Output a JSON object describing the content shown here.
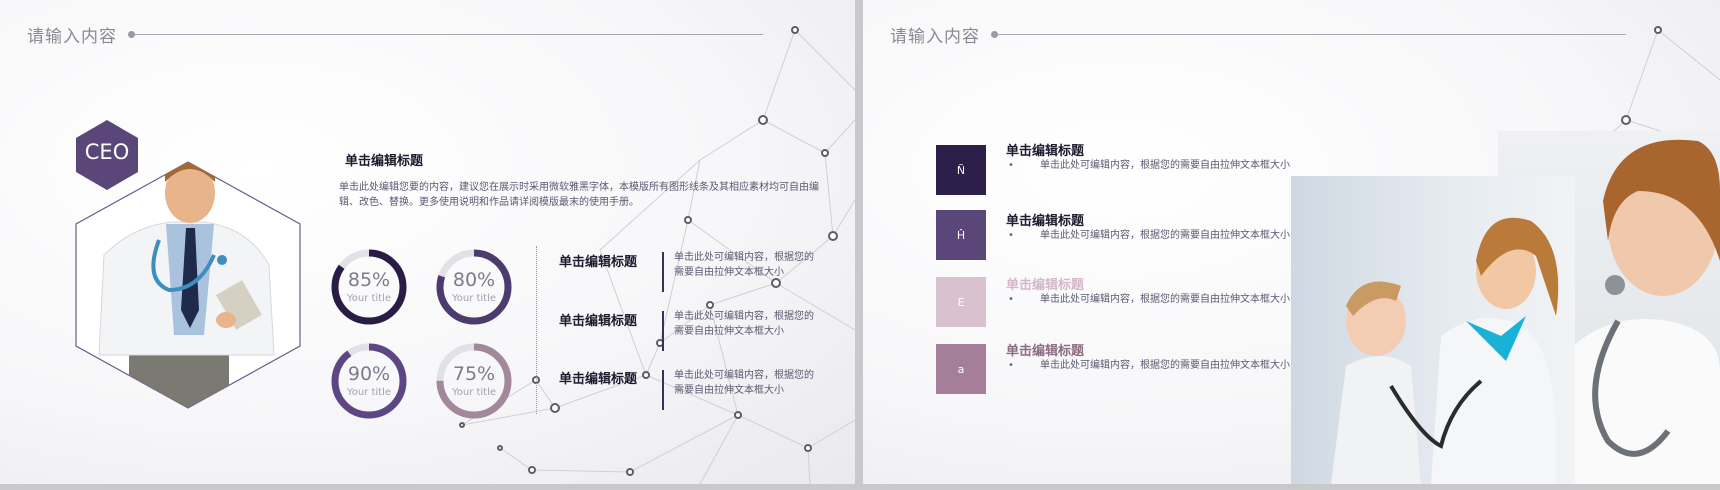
{
  "slide1": {
    "header": "请输入内容",
    "ceo_badge": "CEO",
    "main_heading": "单击编辑标题",
    "main_body": "单击此处编辑您要的内容，建议您在展示时采用微软雅黑字体，本模版所有图形线条及其相应素材均可自由编辑、改色、替换。更多使用说明和作品请详阅模版最末的使用手册。",
    "rings": [
      {
        "value": "85%",
        "label": "Your title",
        "percent": 85,
        "color": "#2a1d45"
      },
      {
        "value": "80%",
        "label": "Your title",
        "percent": 80,
        "color": "#4d3a6e"
      },
      {
        "value": "90%",
        "label": "Your title",
        "percent": 90,
        "color": "#5d4683"
      },
      {
        "value": "75%",
        "label": "Your title",
        "percent": 75,
        "color": "#a3889c"
      }
    ],
    "items": [
      {
        "title": "单击编辑标题",
        "desc": "单击此处可编辑内容，根据您的需要自由拉伸文本框大小"
      },
      {
        "title": "单击编辑标题",
        "desc": "单击此处可编辑内容，根据您的需要自由拉伸文本框大小"
      },
      {
        "title": "单击编辑标题",
        "desc": "单击此处可编辑内容，根据您的需要自由拉伸文本框大小"
      }
    ]
  },
  "slide2": {
    "header": "请输入内容",
    "rows": [
      {
        "icon": "Ñ",
        "title": "单击编辑标题",
        "bullet": "•",
        "desc": "单击此处可编辑内容，根据您的需要自由拉伸文本框大小",
        "color": "#2e1f4a",
        "title_color": "#1f1a2e"
      },
      {
        "icon": "Ĥ",
        "title": "单击编辑标题",
        "bullet": "•",
        "desc": "单击此处可编辑内容，根据您的需要自由拉伸文本框大小",
        "color": "#5a4679",
        "title_color": "#1f1a2e"
      },
      {
        "icon": "E",
        "title": "单击编辑标题",
        "bullet": "•",
        "desc": "单击此处可编辑内容，根据您的需要自由拉伸文本框大小",
        "color": "#d9c1d0",
        "title_color": "#d4b8c9"
      },
      {
        "icon": "a",
        "title": "单击编辑标题",
        "bullet": "•",
        "desc": "单击此处可编辑内容，根据您的需要自由拉伸文本框大小",
        "color": "#a57f99",
        "title_color": "#8c6c82"
      }
    ]
  }
}
